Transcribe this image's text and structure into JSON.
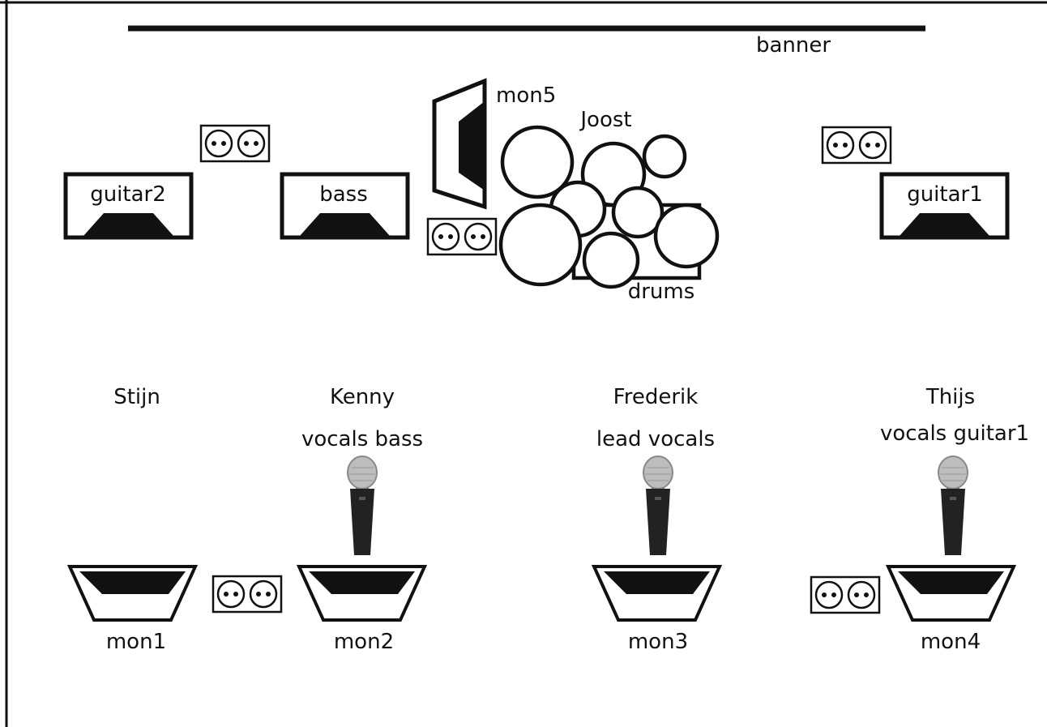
{
  "labels": {
    "banner": "banner",
    "joost": "Joost",
    "mon5": "mon5",
    "drums": "drums",
    "guitar2": "guitar2",
    "bass": "bass",
    "guitar1": "guitar1",
    "stijn": "Stijn",
    "kenny": "Kenny",
    "kenny_role": "vocals bass",
    "frederik": "Frederik",
    "frederik_role": "lead vocals",
    "thijs": "Thijs",
    "thijs_role": "vocals guitar1",
    "mon1": "mon1",
    "mon2": "mon2",
    "mon3": "mon3",
    "mon4": "mon4"
  },
  "colors": {
    "ink": "#111111",
    "background": "#ffffff"
  }
}
